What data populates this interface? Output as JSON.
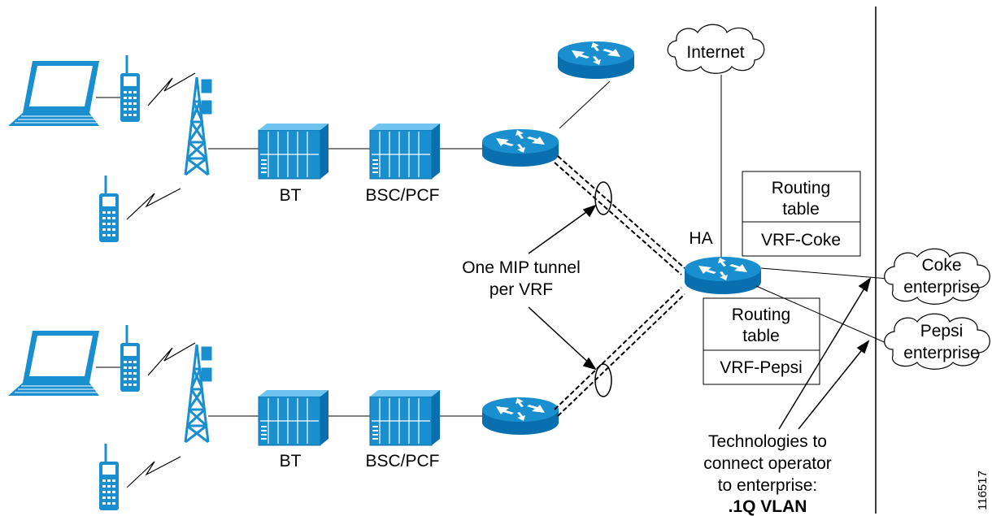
{
  "labels": {
    "bt_top": "BT",
    "bsc_top": "BSC/PCF",
    "bt_bottom": "BT",
    "bsc_bottom": "BSC/PCF",
    "internet": "Internet",
    "ha": "HA",
    "tunnel_line1": "One MIP tunnel",
    "tunnel_line2": "per VRF",
    "coke_table_line1": "Routing",
    "coke_table_line2": "table",
    "coke_vrf": "VRF-Coke",
    "pepsi_table_line1": "Routing",
    "pepsi_table_line2": "table",
    "pepsi_vrf": "VRF-Pepsi",
    "coke_line1": "Coke",
    "coke_line2": "enterprise",
    "pepsi_line1": "Pepsi",
    "pepsi_line2": "enterprise",
    "tech_line1": "Technologies to",
    "tech_line2": "connect operator",
    "tech_line3": "to enterprise:",
    "tech_line4": ".1Q VLAN",
    "figure_id": "116517"
  },
  "colors": {
    "device_blue": "#1a8fd0",
    "device_dark": "#0a6fae",
    "line": "#000000"
  }
}
